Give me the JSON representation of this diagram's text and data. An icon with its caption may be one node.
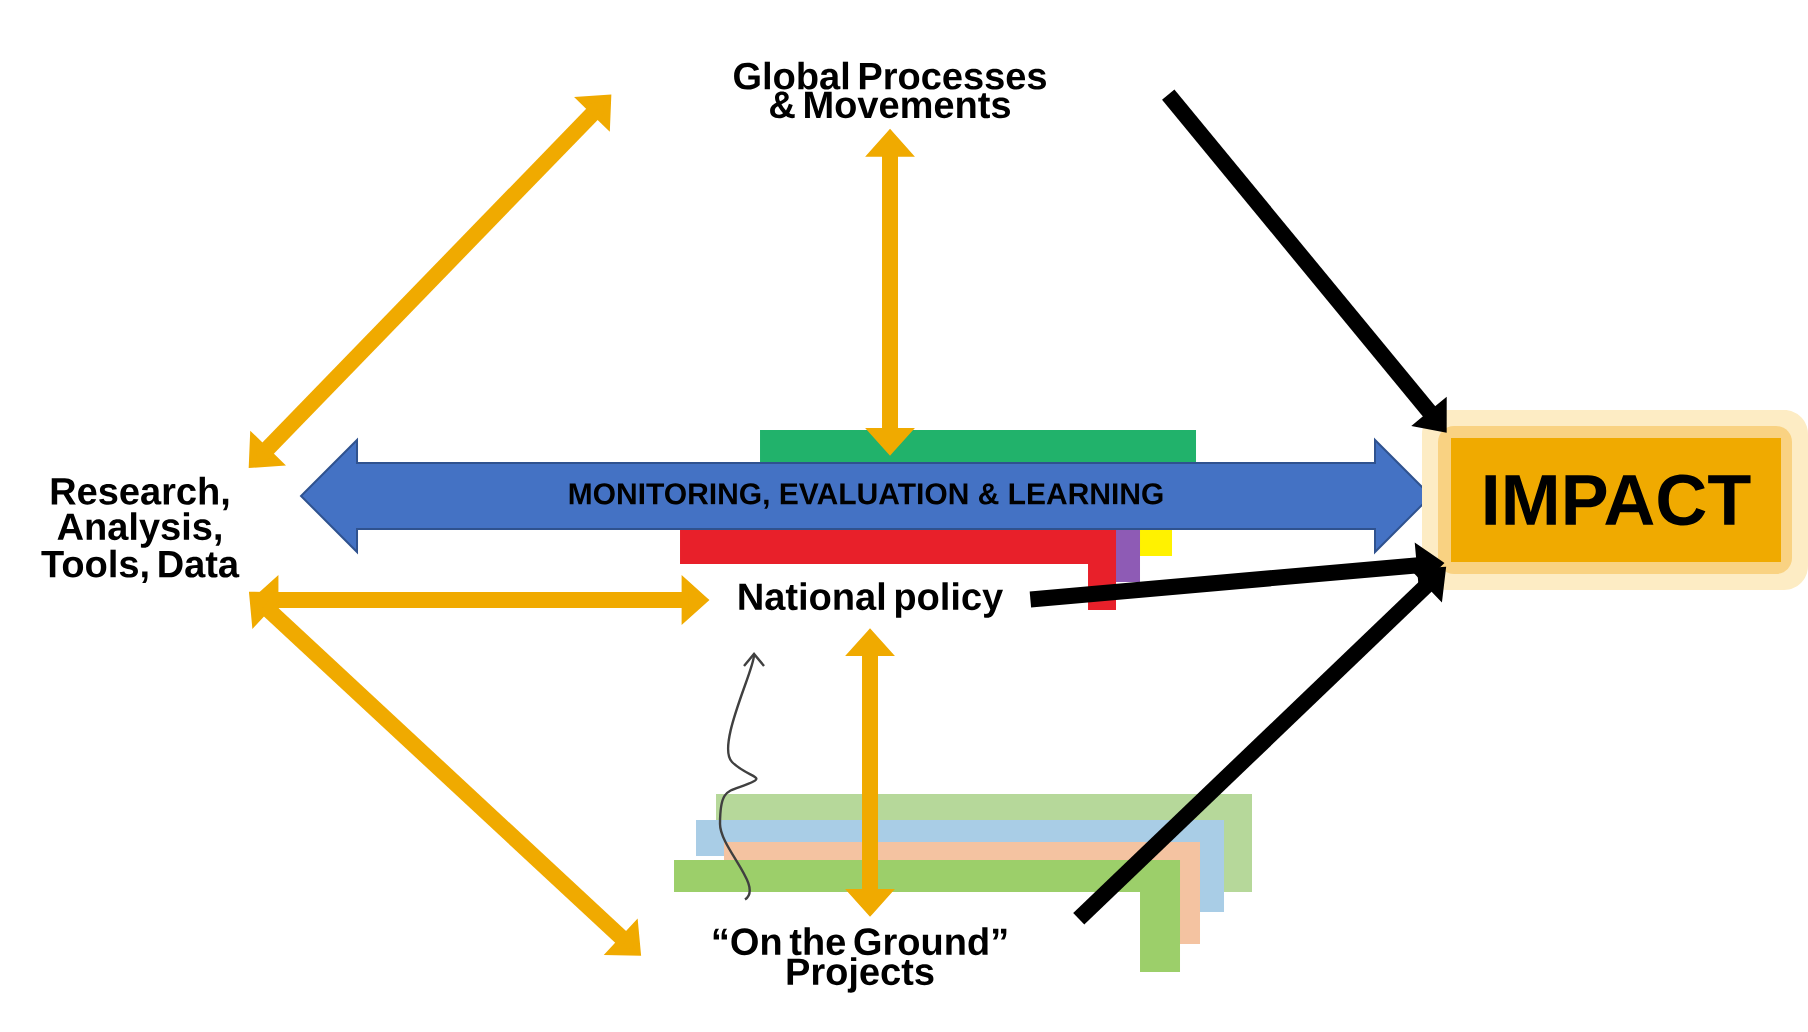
{
  "diagram": {
    "nodes": [
      {
        "text": [
          "Global Processes & Movements"
        ]
      },
      {
        "text": [
          "Research, Analysis, Tools, Data"
        ]
      },
      {
        "text": [
          "MONITORING, EVALUATION & LEARNING"
        ]
      },
      {
        "text": [
          "National policy"
        ]
      },
      {
        "text": [
          "“On the Ground” Projects"
        ]
      },
      {
        "text": [
          "IMPACT"
        ]
      }
    ],
    "edges": [
      {
        "from": 1,
        "to": 0,
        "arrow": "both"
      },
      {
        "from": 0,
        "to": 2,
        "arrow": "both"
      },
      {
        "from": 1,
        "to": 3,
        "arrow": "both"
      },
      {
        "from": 3,
        "to": 4,
        "arrow": "both"
      },
      {
        "from": 1,
        "to": 4,
        "arrow": "both"
      },
      {
        "from": 0,
        "to": 5,
        "arrow": "to",
        "color": "#000000"
      },
      {
        "from": 3,
        "to": 5,
        "arrow": "to",
        "color": "#000000"
      },
      {
        "from": 4,
        "to": 5,
        "arrow": "to",
        "color": "#000000"
      },
      {
        "from": 4,
        "to": 3,
        "arrow": "to",
        "color": "#404040"
      }
    ]
  }
}
